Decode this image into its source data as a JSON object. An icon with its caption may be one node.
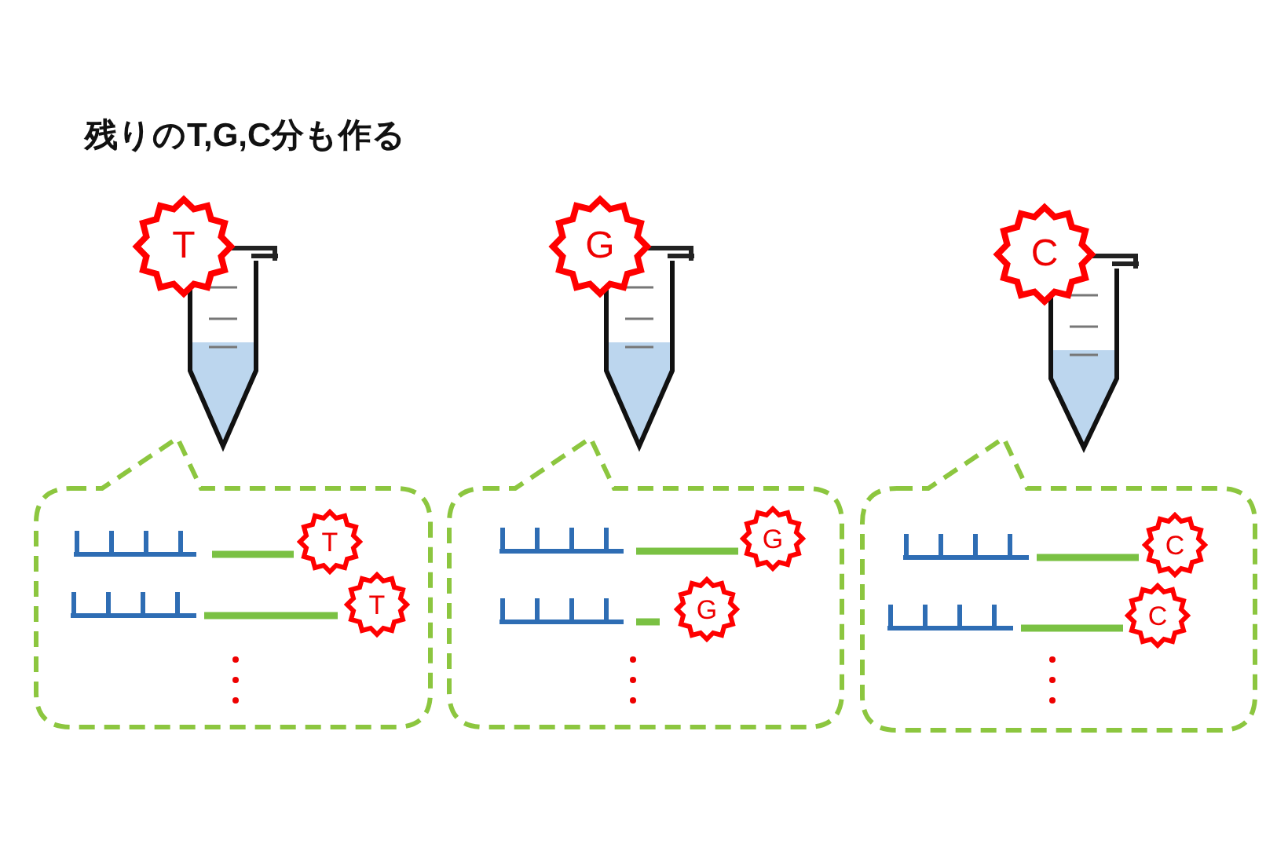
{
  "diagram": {
    "title": "残りのT,G,C分も作る",
    "nodes": [
      {
        "text": [
          "T"
        ]
      },
      {
        "text": [
          "G"
        ]
      },
      {
        "text": [
          "C"
        ]
      },
      {
        "text": [],
        "shape": "callout"
      },
      {
        "text": [
          "T"
        ],
        "in": 3
      },
      {
        "text": [
          "T"
        ],
        "in": 3
      },
      {
        "text": [],
        "shape": "callout"
      },
      {
        "text": [
          "G"
        ],
        "in": 6
      },
      {
        "text": [
          "G"
        ],
        "in": 6
      },
      {
        "text": [],
        "shape": "callout"
      },
      {
        "text": [
          "C"
        ],
        "in": 9
      },
      {
        "text": [
          "C"
        ],
        "in": 9
      }
    ]
  }
}
